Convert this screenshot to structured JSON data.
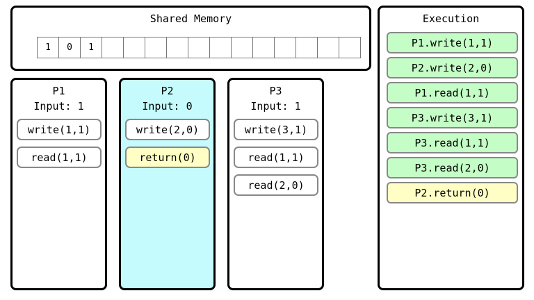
{
  "memory": {
    "title": "Shared Memory",
    "cells": [
      "1",
      "0",
      "1",
      "",
      "",
      "",
      "",
      "",
      "",
      "",
      "",
      "",
      "",
      "",
      ""
    ]
  },
  "processes": [
    {
      "name": "P1",
      "input": "Input: 1",
      "ops": [
        {
          "label": "write(1,1)",
          "state": "done"
        },
        {
          "label": "read(1,1)",
          "state": "done"
        }
      ]
    },
    {
      "name": "P2",
      "input": "Input: 0",
      "active": true,
      "ops": [
        {
          "label": "write(2,0)",
          "state": "done"
        },
        {
          "label": "return(0)",
          "state": "pending"
        }
      ]
    },
    {
      "name": "P3",
      "input": "Input: 1",
      "ops": [
        {
          "label": "write(3,1)",
          "state": "done"
        },
        {
          "label": "read(1,1)",
          "state": "done"
        },
        {
          "label": "read(2,0)",
          "state": "done"
        }
      ]
    }
  ],
  "execution": {
    "title": "Execution",
    "steps": [
      {
        "label": "P1.write(1,1)",
        "state": "done"
      },
      {
        "label": "P2.write(2,0)",
        "state": "done"
      },
      {
        "label": "P1.read(1,1)",
        "state": "done"
      },
      {
        "label": "P3.write(3,1)",
        "state": "done"
      },
      {
        "label": "P3.read(1,1)",
        "state": "done"
      },
      {
        "label": "P3.read(2,0)",
        "state": "done"
      },
      {
        "label": "P2.return(0)",
        "state": "pending"
      }
    ]
  },
  "colors": {
    "active_process": "#c5fbfc",
    "done_step": "#c5fdc6",
    "pending_step": "#ffffc5"
  }
}
